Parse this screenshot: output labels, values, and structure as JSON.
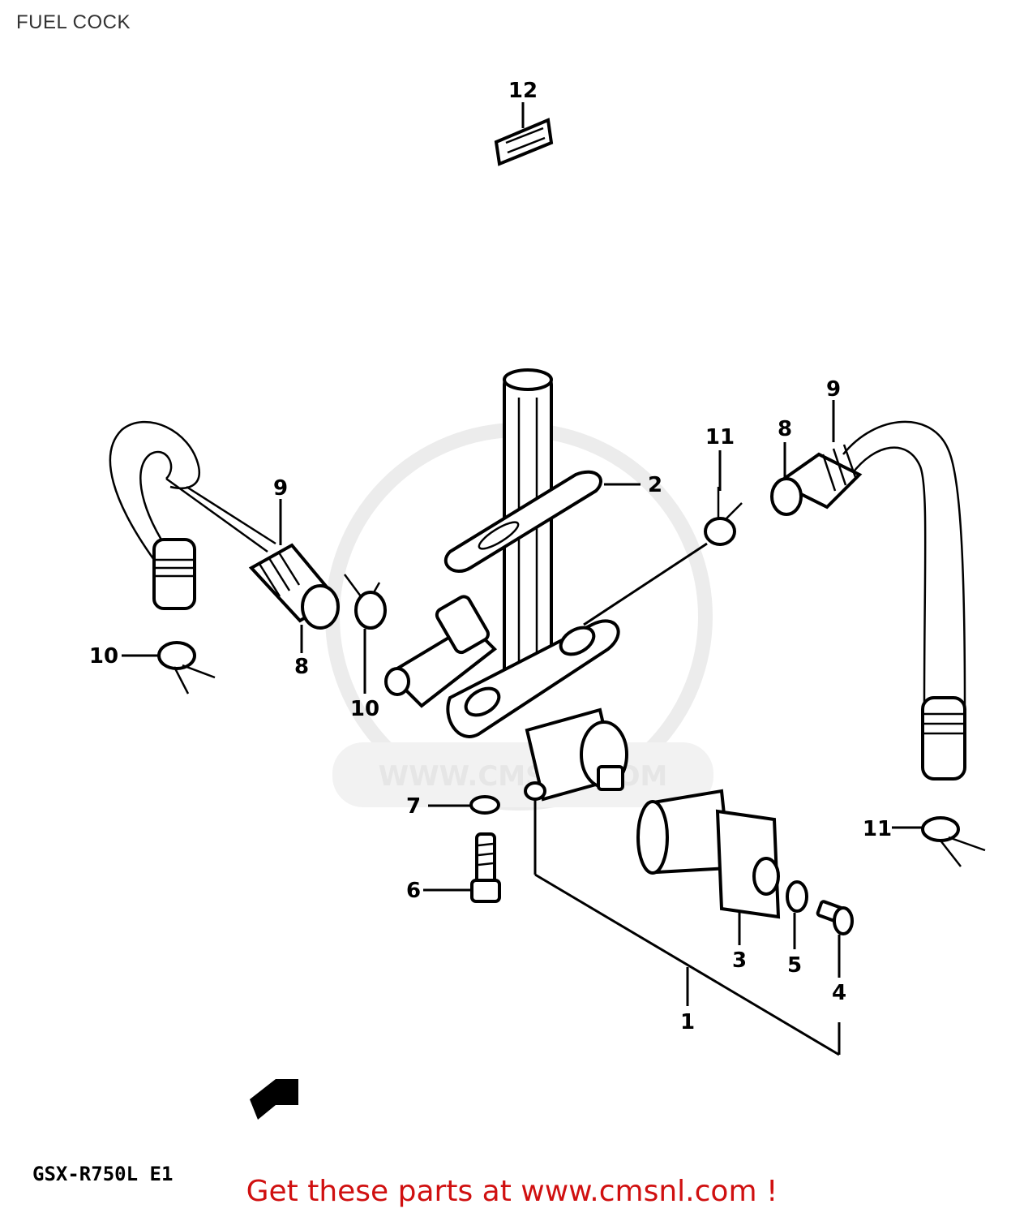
{
  "title": "FUEL COCK",
  "model_code": "GSX-R750L E1",
  "watermark": "WWW.CMSNL.COM",
  "cta": "Get these parts at www.cmsnl.com !",
  "colors": {
    "cta": "#d01010",
    "lines": "#000000",
    "watermark": "#e6e6e6"
  },
  "callouts": {
    "c1": "1",
    "c2": "2",
    "c3": "3",
    "c4": "4",
    "c5": "5",
    "c6": "6",
    "c7": "7",
    "c8a": "8",
    "c8b": "8",
    "c9a": "9",
    "c9b": "9",
    "c10a": "10",
    "c10b": "10",
    "c11a": "11",
    "c11b": "11",
    "c12": "12"
  }
}
